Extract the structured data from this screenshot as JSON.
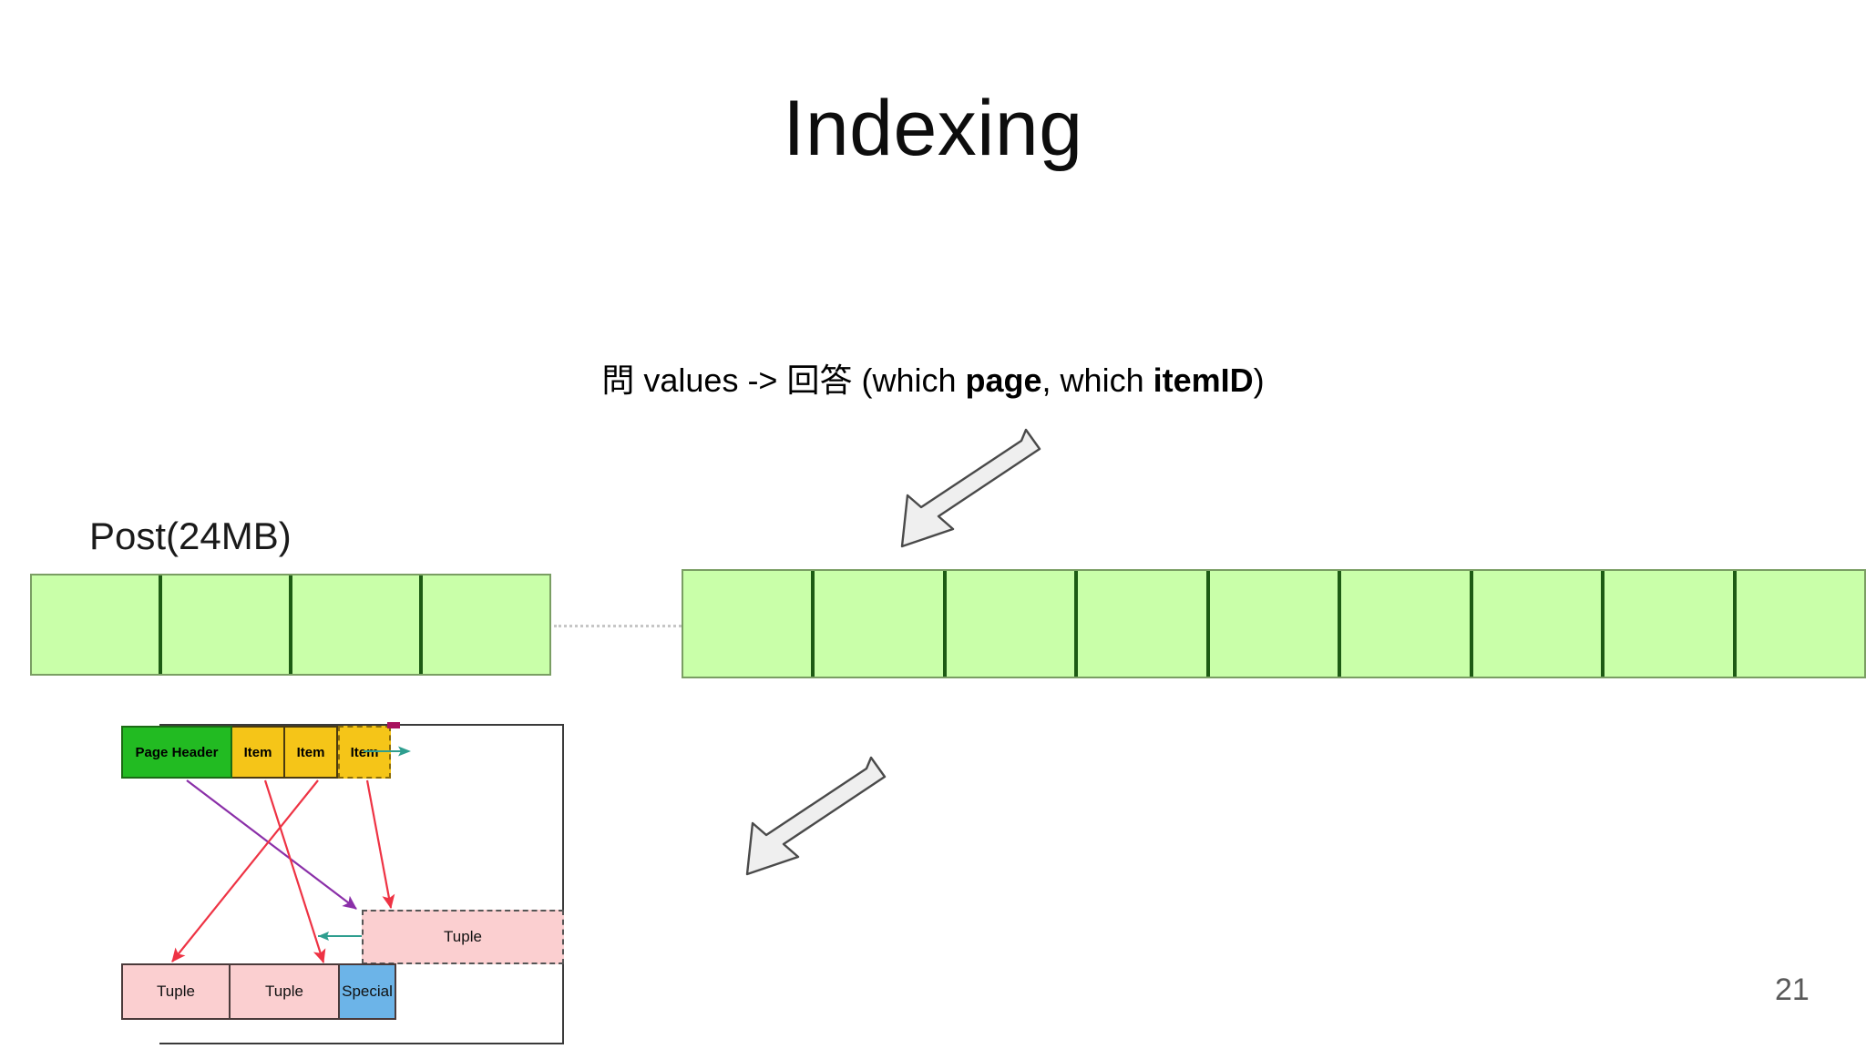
{
  "slide": {
    "title": "Indexing",
    "page_number": "21",
    "background_color": "#ffffff"
  },
  "question": {
    "prefix_cjk": "問",
    "word_values": " values -> ",
    "answer_cjk": "回答",
    "open_paren": " (which ",
    "bold_page": "page",
    "middle": ", which ",
    "bold_itemid": "itemID",
    "close_paren": ")",
    "full_text": "問 values -> 回答 (which page, which itemID)"
  },
  "relation": {
    "label": "Post(24MB)",
    "left_strip": {
      "cell_count": 4,
      "fill_color": "#c9ffa9",
      "divider_color": "#1d5b14"
    },
    "right_strip": {
      "cell_count": 9,
      "fill_color": "#c9ffa9",
      "divider_color": "#1d5b14"
    },
    "connector": "dotted-line"
  },
  "arrows": {
    "top_arrow_name": "block-arrow-down-left",
    "bottom_arrow_name": "block-arrow-down-left",
    "fill_color": "#efefef",
    "stroke_color": "#4a4a4a"
  },
  "page_diagram": {
    "header_row": [
      {
        "label": "Page Header",
        "color": "#22bb22",
        "dashed": false
      },
      {
        "label": "Item",
        "color": "#f5c518",
        "dashed": false
      },
      {
        "label": "Item",
        "color": "#f5c518",
        "dashed": false
      },
      {
        "label": "Item",
        "color": "#f5c518",
        "dashed": true
      }
    ],
    "floating_tuple": {
      "label": "Tuple",
      "color": "#fbcfd0",
      "dashed": true
    },
    "bottom_row": [
      {
        "label": "Tuple",
        "color": "#fbcfd0"
      },
      {
        "label": "Tuple",
        "color": "#fbcfd0"
      },
      {
        "label": "Special",
        "color": "#6cb4e8"
      }
    ],
    "pointer_colors": {
      "red": "#ee3344",
      "purple": "#8a2fa8",
      "teal": "#2e9e8f",
      "magenta": "#a8125e"
    }
  }
}
